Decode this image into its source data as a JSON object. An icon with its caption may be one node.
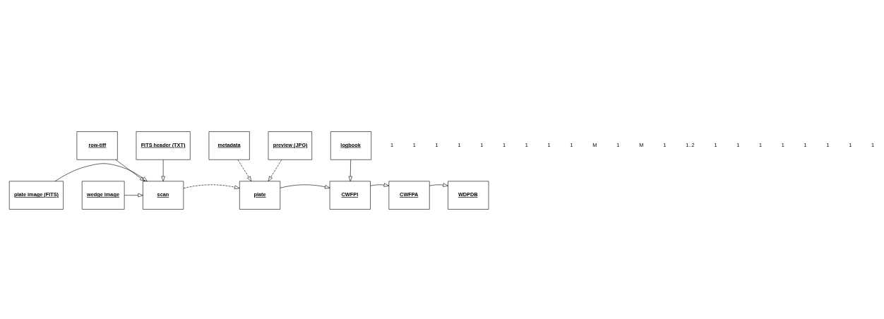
{
  "diagram": {
    "nodes": [
      {
        "text": [
          "metadata"
        ]
      },
      {
        "text": [
          "FITS header (TXT)"
        ]
      },
      {
        "text": [
          "plate image (FITS)"
        ]
      },
      {
        "text": [
          "WDPDB"
        ]
      },
      {
        "text": [
          "CWFPA"
        ]
      },
      {
        "text": [
          "CWFPI"
        ]
      },
      {
        "text": [
          "plate"
        ]
      },
      {
        "text": [
          "scan"
        ]
      },
      {
        "text": [
          "wedge image"
        ]
      },
      {
        "text": [
          "logbook"
        ]
      },
      {
        "text": [
          "preview (JPG)"
        ]
      },
      {
        "text": [
          "row-tiff"
        ]
      }
    ],
    "edges": [
      {
        "from": 4,
        "to": 3,
        "arrow": "to"
      },
      {
        "from": 5,
        "to": 4,
        "arrow": "to"
      },
      {
        "from": 6,
        "to": 5,
        "arrow": "to"
      },
      {
        "from": 7,
        "to": 6,
        "arrow": "to",
        "style": "dashed"
      },
      {
        "from": 0,
        "to": 6,
        "arrow": "to",
        "style": "dashed"
      },
      {
        "from": 1,
        "to": 7,
        "arrow": "to"
      },
      {
        "from": 2,
        "to": 7,
        "arrow": "to"
      },
      {
        "from": 8,
        "to": 7,
        "arrow": "to"
      },
      {
        "from": 9,
        "to": 5,
        "arrow": "to"
      },
      {
        "from": 10,
        "to": 6,
        "arrow": "to",
        "style": "dashed"
      },
      {
        "from": 11,
        "to": 7,
        "arrow": "to"
      }
    ],
    "labels": [
      "1",
      "1",
      "1",
      "1",
      "1",
      "1",
      "1",
      "1",
      "1",
      "M",
      "1",
      "M",
      "1",
      "1..2",
      "1",
      "1",
      "1",
      "1",
      "1",
      "1",
      "1",
      "1"
    ]
  }
}
